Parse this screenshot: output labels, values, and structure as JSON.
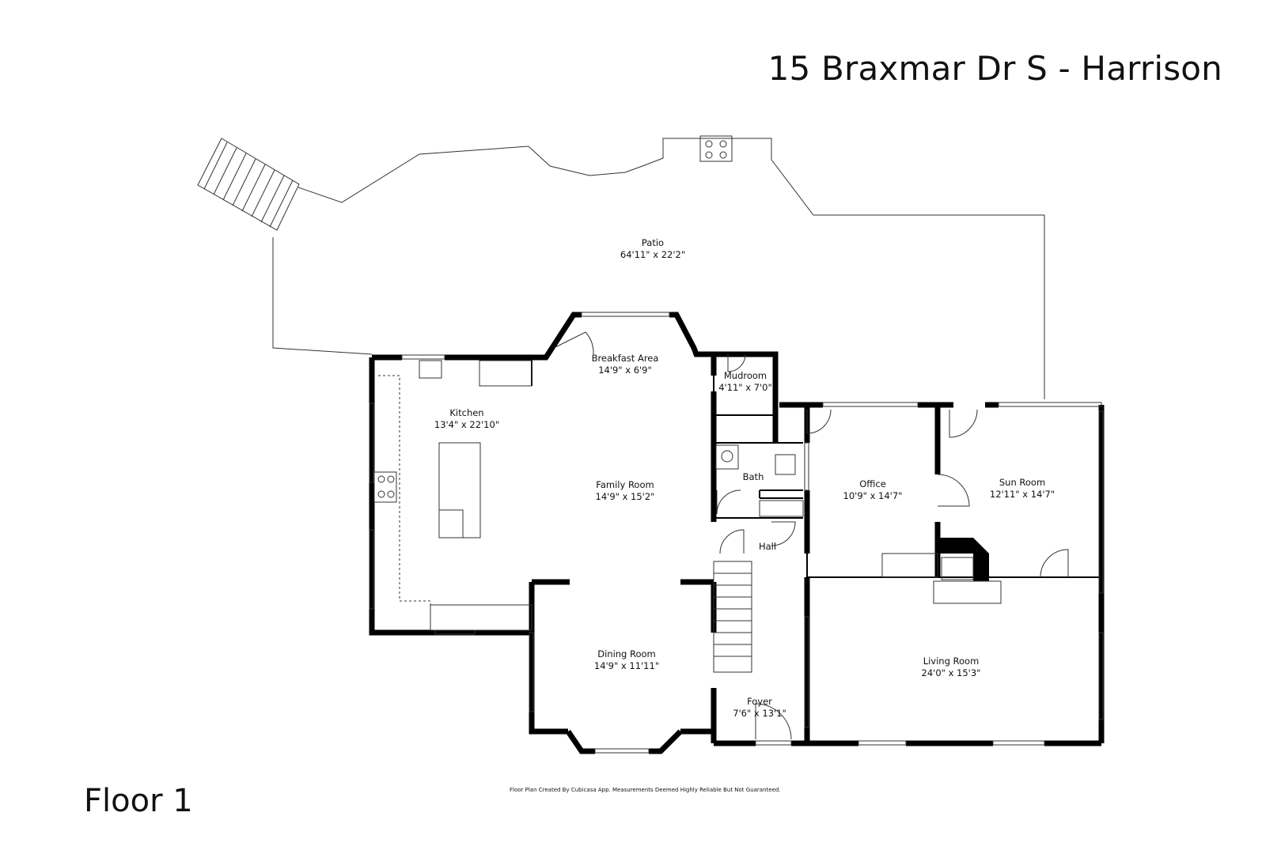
{
  "header": {
    "title": "15 Braxmar Dr S - Harrison"
  },
  "footer": {
    "floor_label": "Floor 1",
    "credit": "Floor Plan Created By Cubicasa App. Measurements Deemed Highly Reliable But Not Guaranteed."
  },
  "rooms": {
    "patio": {
      "name": "Patio",
      "dims": "64'11\" x 22'2\""
    },
    "breakfast": {
      "name": "Breakfast Area",
      "dims": "14'9\" x 6'9\""
    },
    "mudroom": {
      "name": "Mudroom",
      "dims": "4'11\" x 7'0\""
    },
    "kitchen": {
      "name": "Kitchen",
      "dims": "13'4\" x 22'10\""
    },
    "family": {
      "name": "Family Room",
      "dims": "14'9\" x 15'2\""
    },
    "bath": {
      "name": "Bath"
    },
    "office": {
      "name": "Office",
      "dims": "10'9\" x 14'7\""
    },
    "sunroom": {
      "name": "Sun Room",
      "dims": "12'11\" x 14'7\""
    },
    "hall": {
      "name": "Hall"
    },
    "dining": {
      "name": "Dining Room",
      "dims": "14'9\" x 11'11\""
    },
    "living": {
      "name": "Living Room",
      "dims": "24'0\" x 15'3\""
    },
    "foyer": {
      "name": "Foyer",
      "dims": "7'6\" x 13'1\""
    }
  }
}
